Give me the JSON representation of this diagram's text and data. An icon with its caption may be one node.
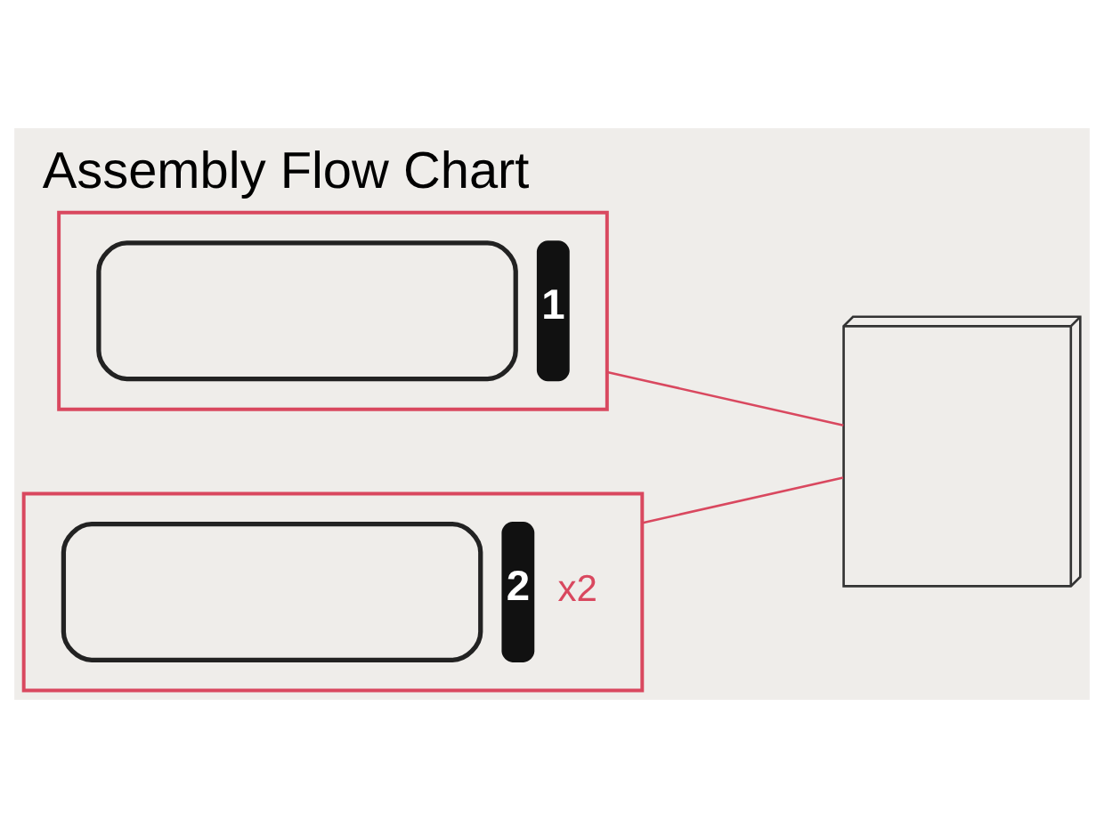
{
  "diagram": {
    "title": "Assembly Flow Chart",
    "nodes": [
      {
        "text": [
          "1"
        ]
      },
      {
        "text": [
          "2",
          "x2"
        ]
      },
      {
        "text": [],
        "shape": "picture"
      }
    ],
    "edges": [
      {
        "from": 0,
        "to": 2,
        "arrow": "none"
      },
      {
        "from": 1,
        "to": 2,
        "arrow": "none"
      }
    ]
  }
}
